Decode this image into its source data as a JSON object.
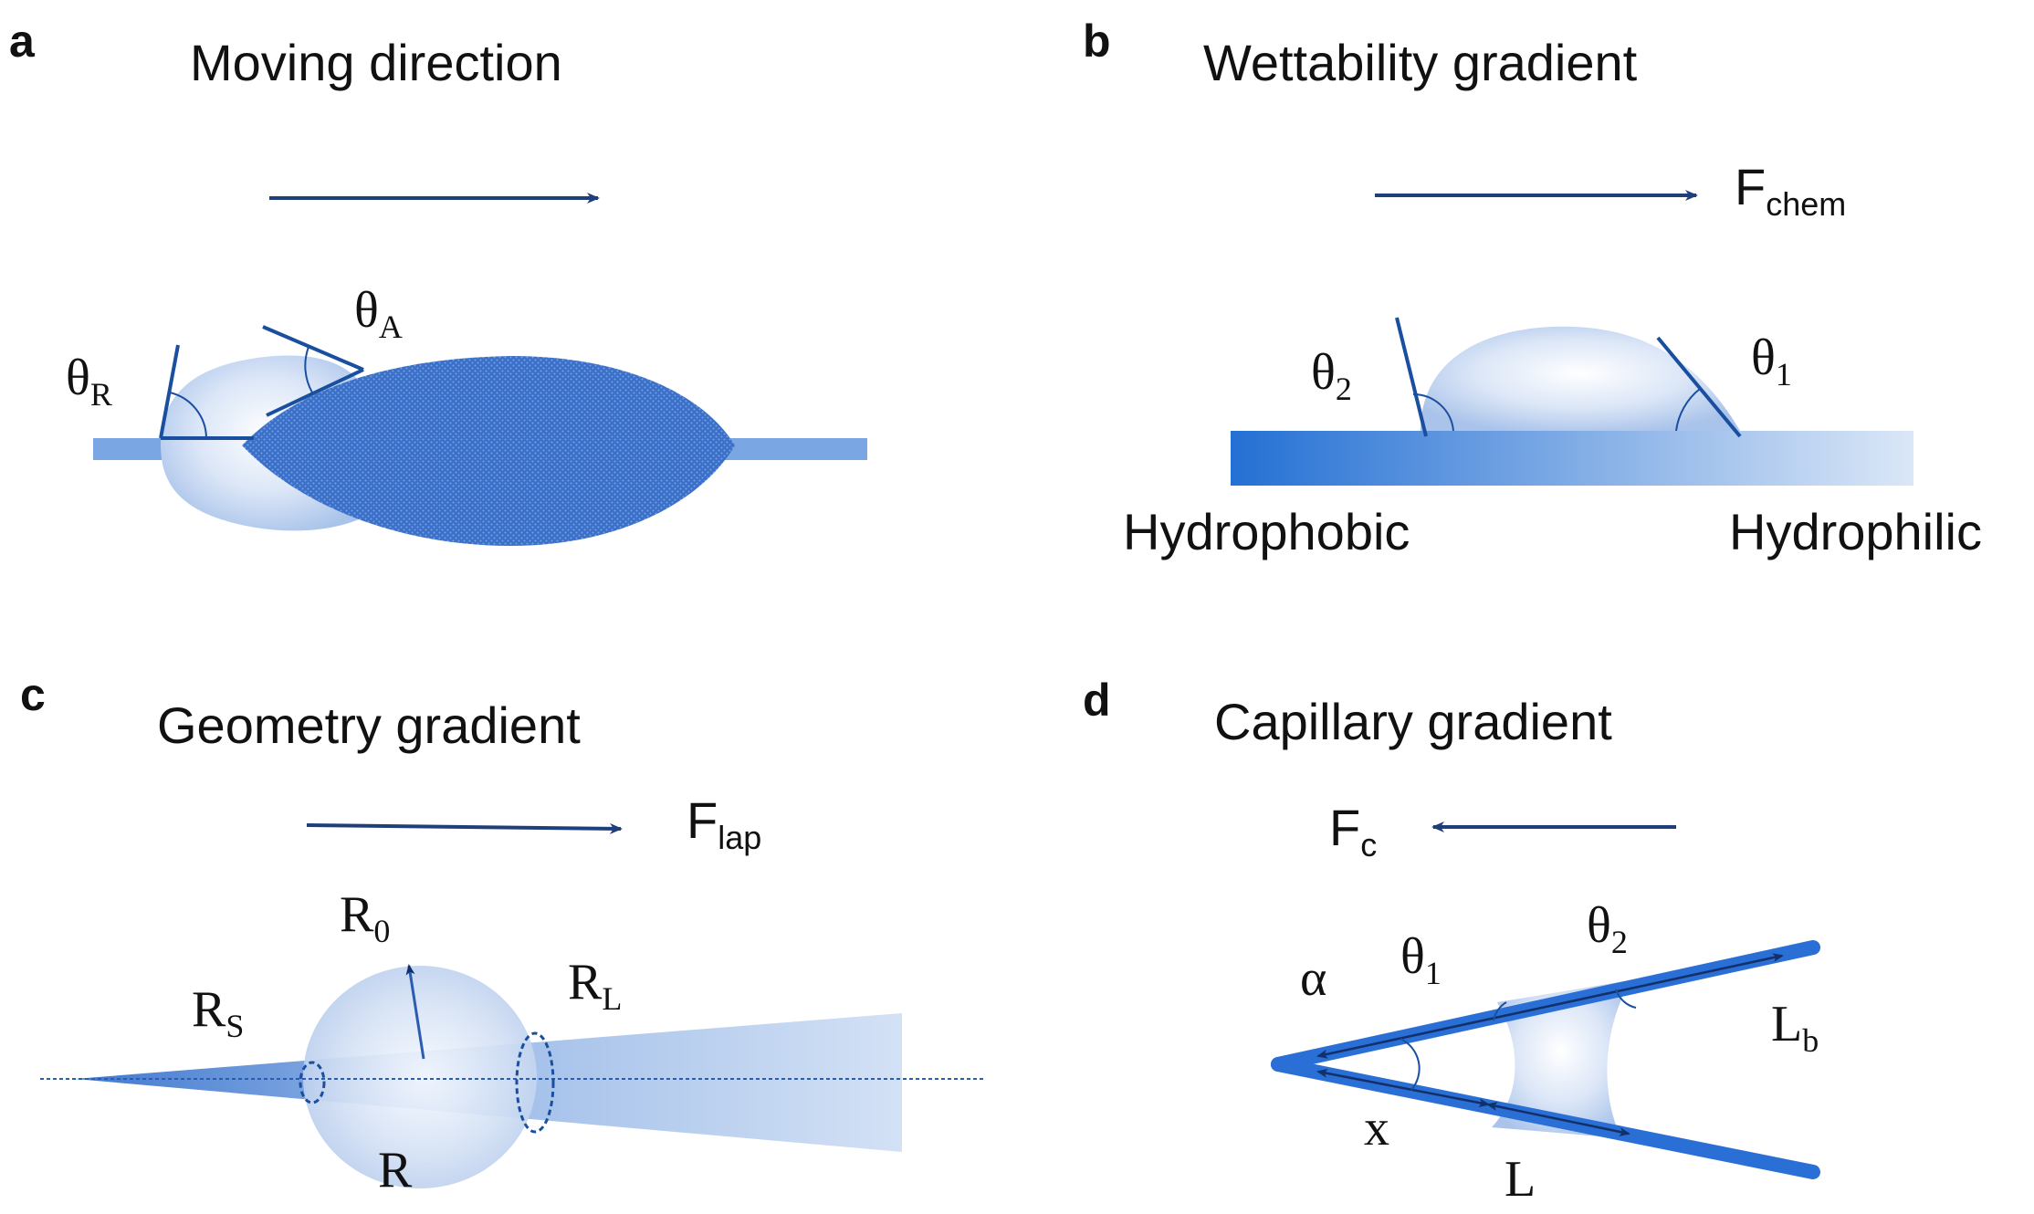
{
  "colors": {
    "arrow": "#1f3f7a",
    "line": "#1a4fa0",
    "substrate": "#7aa6e4",
    "drop": "#c5d7f2",
    "hatched": "#3d72cc",
    "gradient_dark": "#2470d4",
    "gradient_light": "#dbe7f7"
  },
  "panel_a": {
    "label": "a",
    "title": "Moving direction",
    "theta_r": {
      "base": "θ",
      "sub": "R"
    },
    "theta_a": {
      "base": "θ",
      "sub": "A"
    }
  },
  "panel_b": {
    "label": "b",
    "title": "Wettability gradient",
    "force": {
      "base": "F",
      "sub": "chem"
    },
    "theta_2": {
      "base": "θ",
      "sub": "2"
    },
    "theta_1": {
      "base": "θ",
      "sub": "1"
    },
    "left_label": "Hydrophobic",
    "right_label": "Hydrophilic"
  },
  "panel_c": {
    "label": "c",
    "title": "Geometry gradient",
    "force": {
      "base": "F",
      "sub": "lap"
    },
    "r0": {
      "base": "R",
      "sub": "0"
    },
    "rs": {
      "base": "R",
      "sub": "S"
    },
    "rl": {
      "base": "R",
      "sub": "L"
    },
    "r": "R"
  },
  "panel_d": {
    "label": "d",
    "title": "Capillary gradient",
    "force": {
      "base": "F",
      "sub": "c"
    },
    "alpha": "α",
    "theta_1": {
      "base": "θ",
      "sub": "1"
    },
    "theta_2": {
      "base": "θ",
      "sub": "2"
    },
    "lb": {
      "base": "L",
      "sub": "b"
    },
    "x": "x",
    "l": "L"
  }
}
